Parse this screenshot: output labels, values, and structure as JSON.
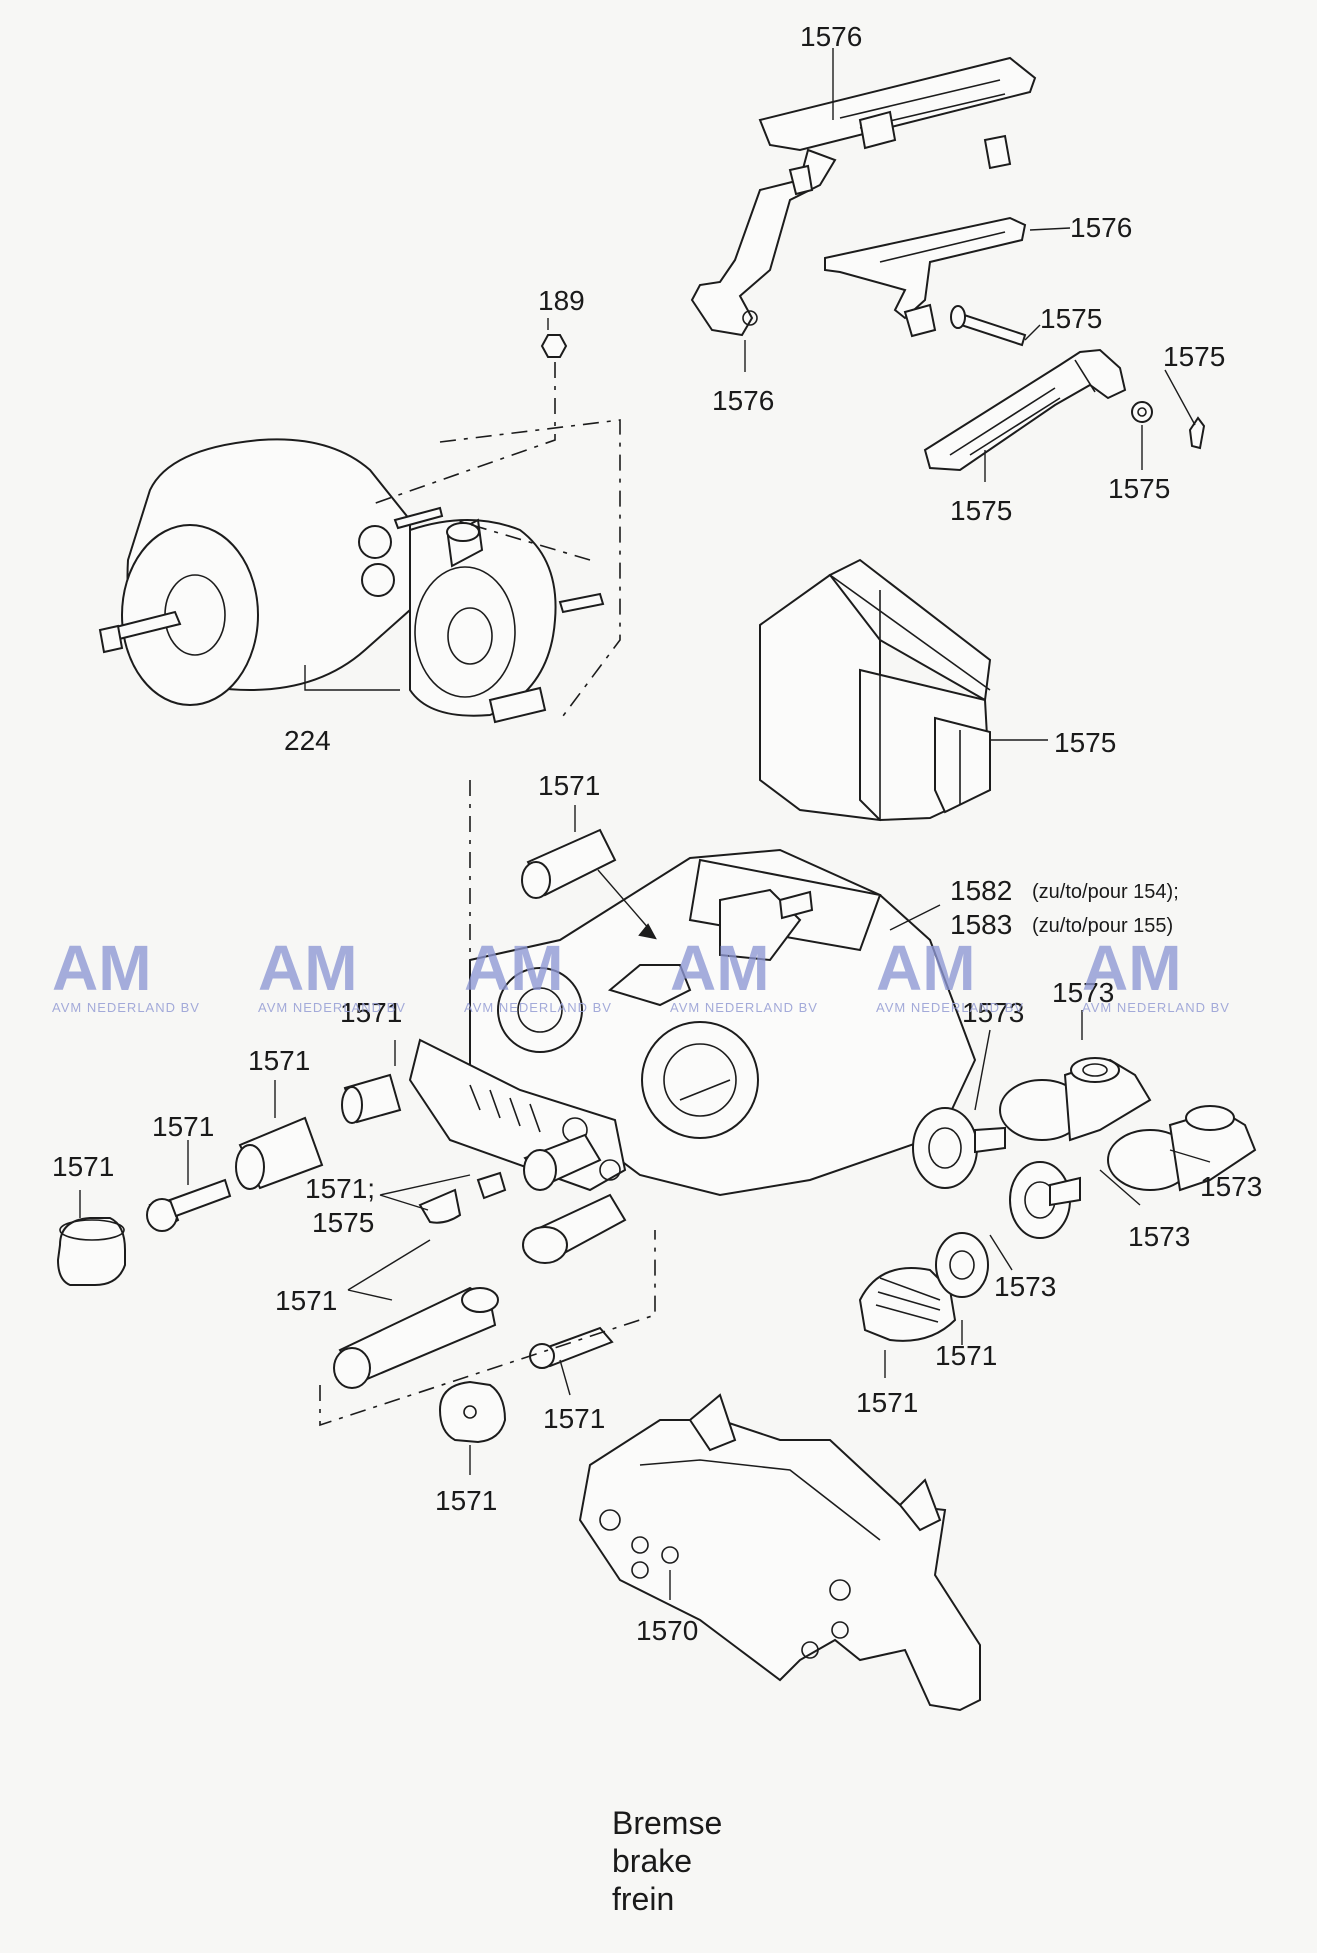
{
  "callouts": {
    "c1576_top": "1576",
    "c1576_mid": "1576",
    "c1576_left": "1576",
    "c1575_pin": "1575",
    "c1575_right_top": "1575",
    "c1575_washer": "1575",
    "c1575_spring": "1575",
    "c1575_pads": "1575",
    "c189": "189",
    "c224": "224",
    "c1571_sleeve_top": "1571",
    "c1582": "1582",
    "c1582_note": "(zu/to/pour 154);",
    "c1583": "1583",
    "c1583_note": "(zu/to/pour 155)",
    "c1571_a": "1571",
    "c1571_b": "1571",
    "c1571_c": "1571",
    "c1571_d": "1571",
    "c1571_e": "1571;",
    "c1575_e": "1575",
    "c1571_f": "1571",
    "c1571_g": "1571",
    "c1571_h": "1571",
    "c1571_i": "1571",
    "c1571_j": "1571",
    "c1573_a": "1573",
    "c1573_b": "1573",
    "c1573_c": "1573",
    "c1573_d": "1573",
    "c1573_e": "1573",
    "c1570": "1570"
  },
  "watermark": {
    "logo": "AM",
    "company": "AVM NEDERLAND BV"
  },
  "caption": {
    "line1": "Bremse",
    "line2": "brake",
    "line3": "frein"
  }
}
